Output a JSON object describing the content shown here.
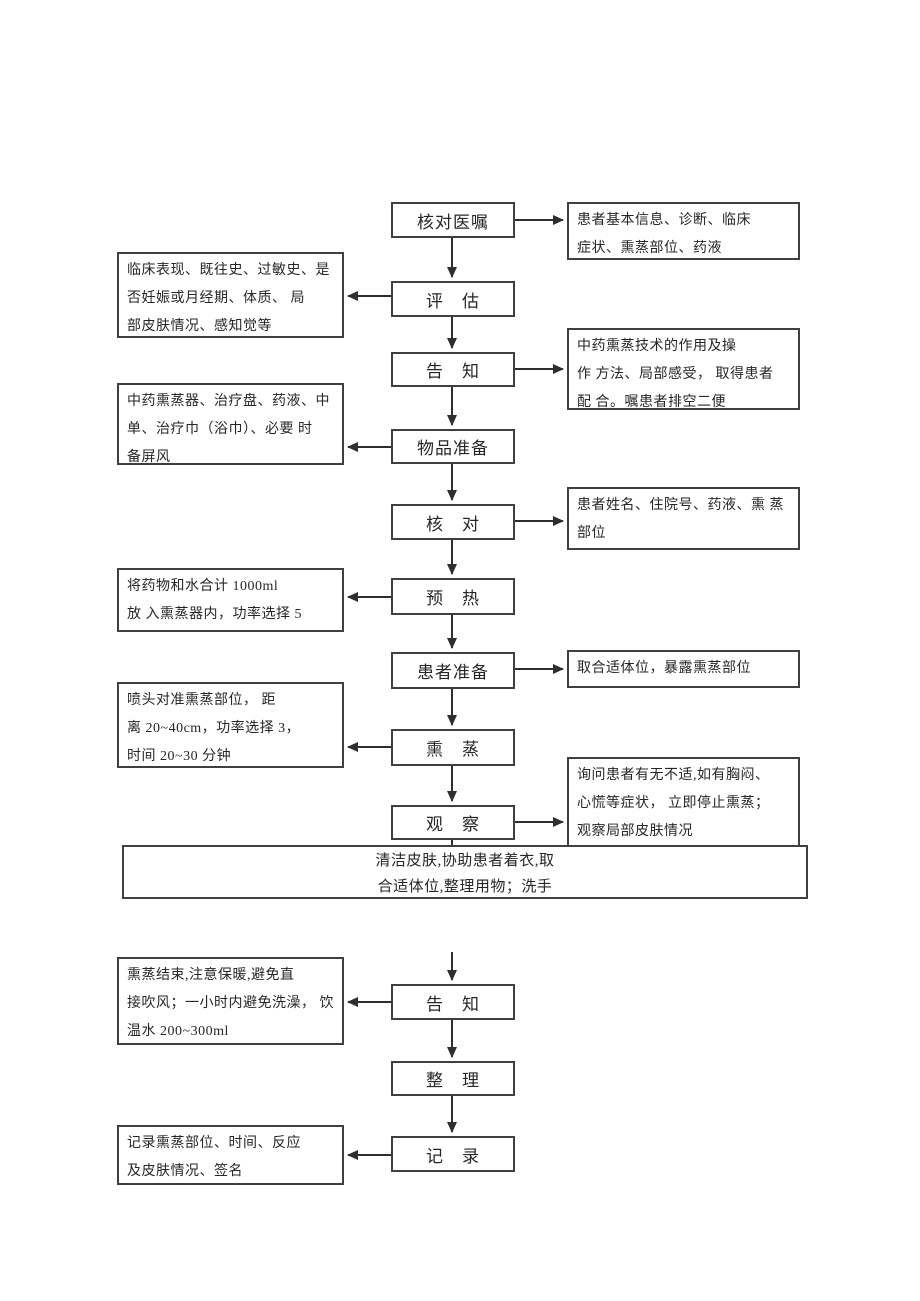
{
  "diagram": {
    "steps": [
      "核对医嘱",
      "评　估",
      "告　知",
      "物品准备",
      "核　对",
      "预　热",
      "患者准备",
      "熏　蒸",
      "观　察",
      "告　知",
      "整　理",
      "记　录"
    ],
    "left_notes": [
      "临床表现、既往史、过敏史、是\n否妊娠或月经期、体质、 局\n部皮肤情况、感知觉等",
      "中药熏蒸器、治疗盘、药液、中\n单、治疗巾（浴巾）、必要 时\n备屏风",
      "将药物和水合计 1000ml\n放 入熏蒸器内，功率选择 5",
      "喷头对准熏蒸部位， 距\n离 20~40cm，功率选择 3，\n时间 20~30 分钟",
      "熏蒸结束,注意保暖,避免直\n接吹风；一小时内避免洗澡， 饮\n温水 200~300ml",
      "记录熏蒸部位、时间、反应\n及皮肤情况、签名"
    ],
    "right_notes": [
      "患者基本信息、诊断、临床\n症状、熏蒸部位、药液",
      "中药熏蒸技术的作用及操\n作 方法、局部感受， 取得患者\n配 合。嘱患者排空二便",
      "患者姓名、住院号、药液、熏 蒸\n部位",
      "取合适体位，暴露熏蒸部位",
      "询问患者有无不适,如有胸闷、\n心慌等症状， 立即停止熏蒸；\n观察局部皮肤情况"
    ],
    "bottom_note": "清洁皮肤,协助患者着衣,取\n合适体位,整理用物；洗手"
  },
  "colors": {
    "background": "#ffffff",
    "box_border": "#3f3f3f",
    "text": "#262626",
    "connector": "#2e2e2e"
  }
}
